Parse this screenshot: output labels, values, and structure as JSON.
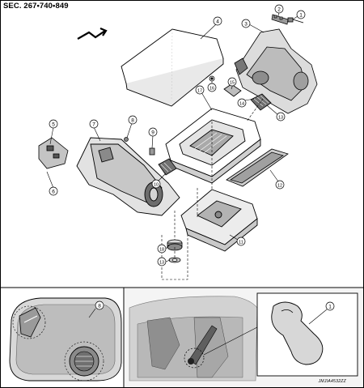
{
  "header": {
    "section_label": "SEC. 267•740•849"
  },
  "callouts": {
    "main": [
      "1",
      "2",
      "3",
      "4",
      "16",
      "15",
      "14",
      "13",
      "17",
      "5",
      "7",
      "8",
      "9",
      "10",
      "6",
      "12",
      "11",
      "18",
      "13"
    ],
    "detail_left": "8",
    "detail_right": "1"
  },
  "footer": {
    "image_code": "JMJIA4532ZZ"
  }
}
